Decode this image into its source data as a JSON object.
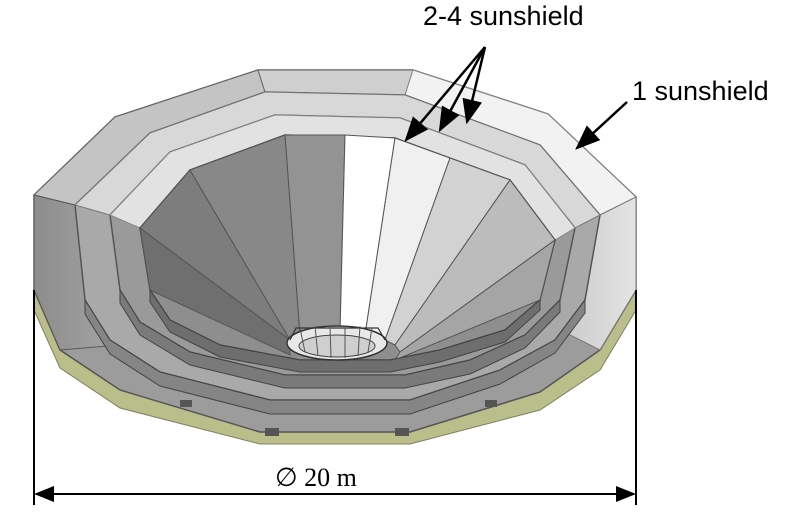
{
  "labels": {
    "sunshield_inner": "2-4 sunshield",
    "sunshield_outer": "1 sunshield",
    "diameter": "∅ 20 m"
  },
  "colors": {
    "rim_tan": "#b9be8a",
    "inner_highlight": "#ffffff"
  }
}
